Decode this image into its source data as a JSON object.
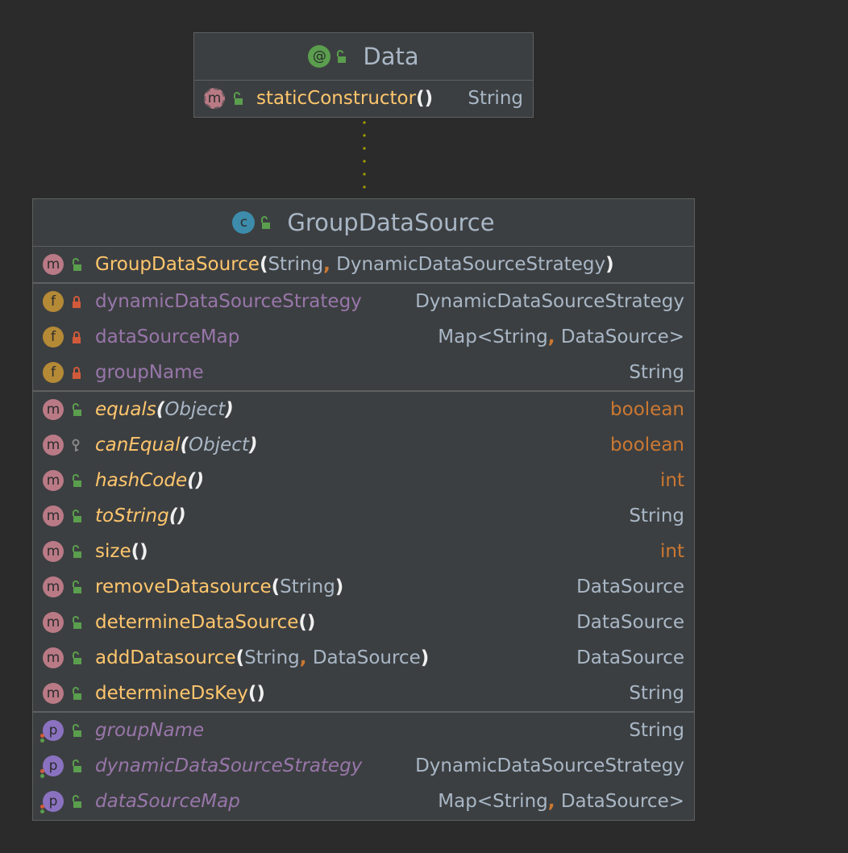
{
  "colors": {
    "background": "#2b2b2b",
    "box_fill": "#3c3f41",
    "border": "#5e6060",
    "method_name": "#ffc66d",
    "field_name": "#9876aa",
    "type_text": "#a9b7c6",
    "keyword_type": "#cc7832",
    "connector": "#a6a000"
  },
  "data_box": {
    "title": "Data",
    "title_icon": "annotation-icon",
    "title_badge": "@",
    "methods": [
      {
        "name": "staticConstructor",
        "paren_open": "(",
        "paren_close": ")",
        "type": "String",
        "icon": "method-icon",
        "badge": "m",
        "visibility": "public-icon"
      }
    ]
  },
  "group_box": {
    "title": "GroupDataSource",
    "title_icon": "class-icon",
    "title_badge": "c",
    "constructors": [
      {
        "name": "GroupDataSource",
        "p_open": "(",
        "p1": "String",
        "comma": ",",
        "p2": "DynamicDataSourceStrategy",
        "p_close": ")",
        "badge": "m"
      }
    ],
    "fields": [
      {
        "name": "dynamicDataSourceStrategy",
        "type": "DynamicDataSourceStrategy",
        "badge": "f",
        "visibility": "private-icon"
      },
      {
        "name": "dataSourceMap",
        "type_a": "Map<String",
        "comma": ",",
        "type_b": "DataSource>",
        "badge": "f",
        "visibility": "private-icon"
      },
      {
        "name": "groupName",
        "type": "String",
        "badge": "f",
        "visibility": "private-icon"
      }
    ],
    "methods": [
      {
        "name": "equals",
        "p_open": "(",
        "param": "Object",
        "p_close": ")",
        "type": "boolean",
        "badge": "m",
        "visibility": "public-icon"
      },
      {
        "name": "canEqual",
        "p_open": "(",
        "param": "Object",
        "p_close": ")",
        "type": "boolean",
        "badge": "m",
        "visibility": "protected-icon"
      },
      {
        "name": "hashCode",
        "p_open": "(",
        "p_close": ")",
        "type": "int",
        "badge": "m",
        "visibility": "public-icon"
      },
      {
        "name": "toString",
        "p_open": "(",
        "p_close": ")",
        "type": "String",
        "badge": "m",
        "visibility": "public-icon"
      },
      {
        "name": "size",
        "p_open": "(",
        "p_close": ")",
        "type": "int",
        "badge": "m",
        "visibility": "public-icon"
      },
      {
        "name": "removeDatasource",
        "p_open": "(",
        "param": "String",
        "p_close": ")",
        "type": "DataSource",
        "badge": "m",
        "visibility": "public-icon"
      },
      {
        "name": "determineDataSource",
        "p_open": "(",
        "p_close": ")",
        "type": "DataSource",
        "badge": "m",
        "visibility": "public-icon"
      },
      {
        "name": "addDatasource",
        "p_open": "(",
        "p1": "String",
        "comma": ",",
        "p2": "DataSource",
        "p_close": ")",
        "type": "DataSource",
        "badge": "m",
        "visibility": "public-icon"
      },
      {
        "name": "determineDsKey",
        "p_open": "(",
        "p_close": ")",
        "type": "String",
        "badge": "m",
        "visibility": "public-icon"
      }
    ],
    "properties": [
      {
        "name": "groupName",
        "type": "String",
        "badge": "p",
        "visibility": "public-icon"
      },
      {
        "name": "dynamicDataSourceStrategy",
        "type": "DynamicDataSourceStrategy",
        "badge": "p",
        "visibility": "public-icon"
      },
      {
        "name": "dataSourceMap",
        "type_a": "Map<String",
        "comma": ",",
        "type_b": "DataSource>",
        "badge": "p",
        "visibility": "public-icon"
      }
    ]
  }
}
